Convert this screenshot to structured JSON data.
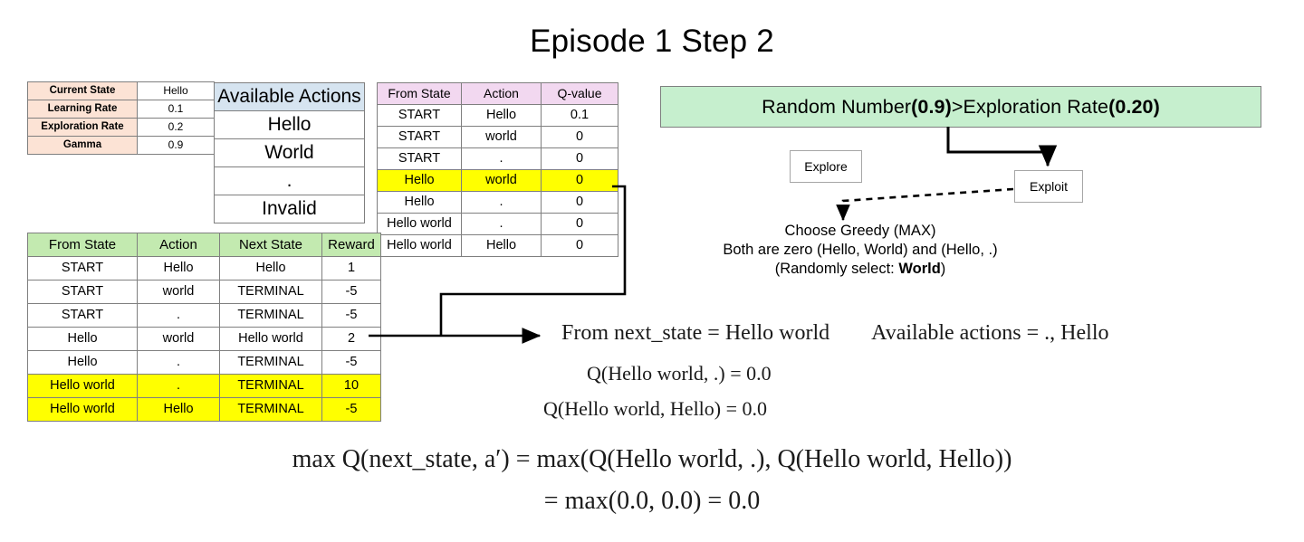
{
  "title": "Episode 1 Step 2",
  "params_table": {
    "rows": [
      {
        "key": "Current State",
        "value": "Hello"
      },
      {
        "key": "Learning Rate",
        "value": "0.1"
      },
      {
        "key": "Exploration Rate",
        "value": "0.2"
      },
      {
        "key": "Gamma",
        "value": "0.9"
      }
    ],
    "header_color": "#fce3d5"
  },
  "actions_table": {
    "header": "Available Actions",
    "header_color": "#d6e4f0",
    "items": [
      "Hello",
      "World",
      ".",
      "Invalid"
    ]
  },
  "q_table": {
    "headers": [
      "From State",
      "Action",
      "Q-value"
    ],
    "header_color": "#f2d8f0",
    "highlight_color": "#ffff00",
    "rows": [
      {
        "from": "START",
        "action": "Hello",
        "q": "0.1",
        "highlight": false
      },
      {
        "from": "START",
        "action": "world",
        "q": "0",
        "highlight": false
      },
      {
        "from": "START",
        "action": ".",
        "q": "0",
        "highlight": false
      },
      {
        "from": "Hello",
        "action": "world",
        "q": "0",
        "highlight": true
      },
      {
        "from": "Hello",
        "action": ".",
        "q": "0",
        "highlight": false
      },
      {
        "from": "Hello world",
        "action": ".",
        "q": "0",
        "highlight": false
      },
      {
        "from": "Hello world",
        "action": "Hello",
        "q": "0",
        "highlight": false
      }
    ]
  },
  "transition_table": {
    "headers": [
      "From State",
      "Action",
      "Next State",
      "Reward"
    ],
    "header_color": "#c3eab0",
    "highlight_color": "#ffff00",
    "rows": [
      {
        "from": "START",
        "action": "Hello",
        "next": "Hello",
        "reward": "1",
        "highlight": false
      },
      {
        "from": "START",
        "action": "world",
        "next": "TERMINAL",
        "reward": "-5",
        "highlight": false
      },
      {
        "from": "START",
        "action": ".",
        "next": "TERMINAL",
        "reward": "-5",
        "highlight": false
      },
      {
        "from": "Hello",
        "action": "world",
        "next": "Hello world",
        "reward": "2",
        "highlight": false
      },
      {
        "from": "Hello",
        "action": ".",
        "next": "TERMINAL",
        "reward": "-5",
        "highlight": false
      },
      {
        "from": "Hello world",
        "action": ".",
        "next": "TERMINAL",
        "reward": "10",
        "highlight": true
      },
      {
        "from": "Hello world",
        "action": "Hello",
        "next": "TERMINAL",
        "reward": "-5",
        "highlight": true
      }
    ]
  },
  "decision": {
    "banner_color": "#c6efce",
    "banner_prefix": "Random Number ",
    "banner_random_value": "(0.9)",
    "banner_operator": " > ",
    "banner_middle": "Exploration Rate ",
    "banner_rate_value": "(0.20)",
    "explore_label": "Explore",
    "exploit_label": "Exploit",
    "greedy_line_1": "Choose Greedy (MAX)",
    "greedy_line_2": "Both are zero (Hello, World) and (Hello, .)",
    "greedy_line_3_prefix": "(Randomly select: ",
    "greedy_line_3_value": "World",
    "greedy_line_3_suffix": ")"
  },
  "math": {
    "line1_left": "From next_state = Hello world",
    "line1_right": "Available actions = ., Hello",
    "line2": "Q(Hello world, .) = 0.0",
    "line3": "Q(Hello world, Hello) = 0.0",
    "line4": "max Q(next_state, a′) = max(Q(Hello world, .), Q(Hello world, Hello))",
    "line5": "= max(0.0, 0.0) = 0.0"
  }
}
